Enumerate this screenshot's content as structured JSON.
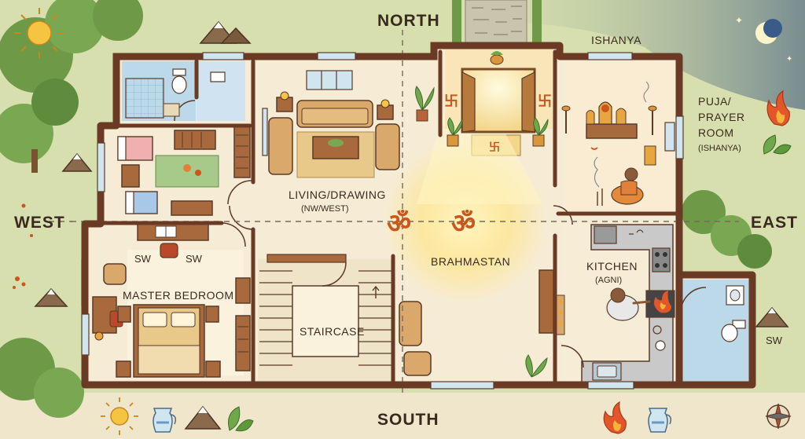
{
  "directions": {
    "north": "NORTH",
    "south": "SOUTH",
    "west": "WEST",
    "east": "EAST",
    "ishanya": "ISHANYA"
  },
  "rooms": {
    "living": {
      "name": "LIVING/DRAWING",
      "sub": "(NW/WEST)"
    },
    "brahmastan": {
      "name": "BRAHMASTAN"
    },
    "kitchen": {
      "name": "KITCHEN",
      "sub": "(AGNI)"
    },
    "master": {
      "name": "MASTER BEDROOM"
    },
    "staircase": {
      "name": "STAIRCASE"
    },
    "puja": {
      "line1": "PUJA/",
      "line2": "PRAYER",
      "line3": "ROOM",
      "sub": "(ISHANYA)"
    }
  },
  "markers": {
    "sw_desk_left": "SW",
    "sw_desk_right": "SW",
    "sw_outside": "SW",
    "om_symbol": "ॐ",
    "swastika_symbol": "卐"
  },
  "icons": [
    "sun-icon",
    "moon-icon",
    "star-icon",
    "mountain-icon",
    "fire-icon",
    "water-jug-icon",
    "leaf-icon",
    "compass-icon",
    "tree-icon"
  ],
  "colors": {
    "wall": "#6b3a24",
    "floor": "#f6ecd6",
    "grass": "#c9d9a0",
    "tree": "#6e9a48",
    "brahmastan_glow": "#ffe58a",
    "fire": "#e2562a",
    "water": "#a9d3e8",
    "night_sky": "#2d4a7a"
  }
}
